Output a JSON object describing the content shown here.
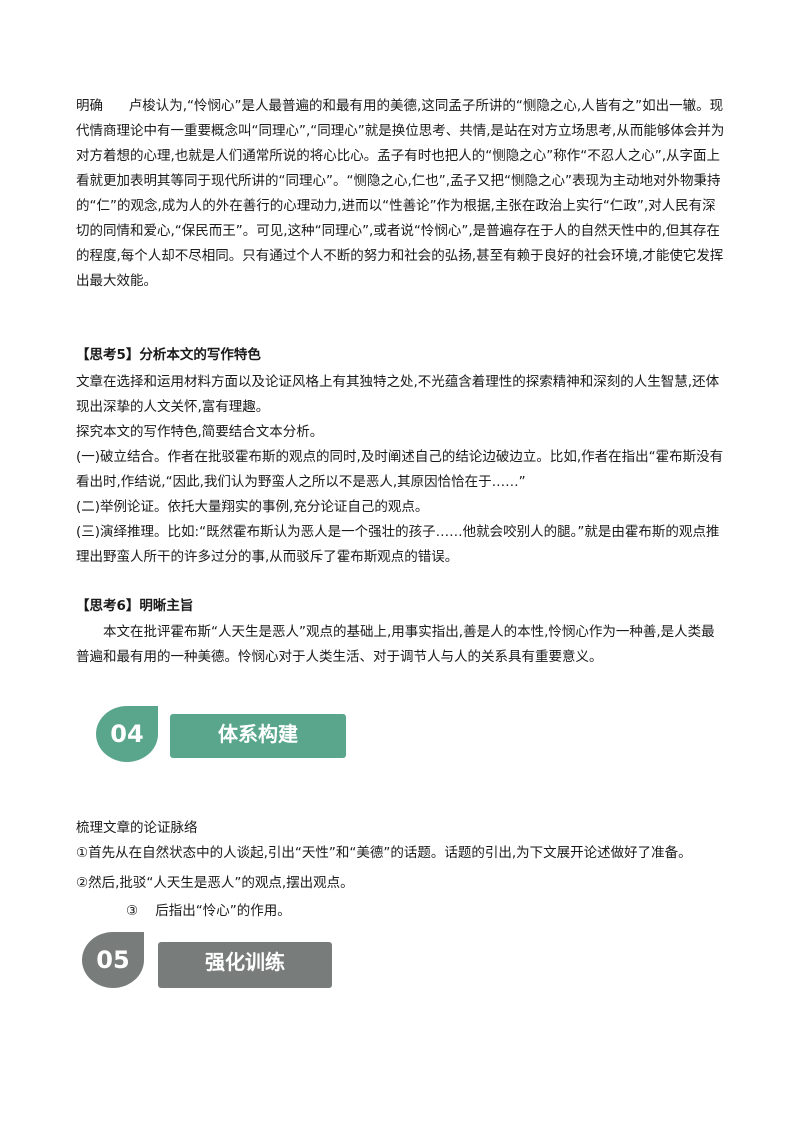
{
  "para1": {
    "lead": "明确",
    "text": "卢梭认为,“怜悯心”是人最普遍的和最有用的美德,这同孟子所讲的“恻隐之心,人皆有之”如出一辙。现代情商理论中有一重要概念叫“同理心”,“同理心”就是换位思考、共情,是站在对方立场思考,从而能够体会并为对方着想的心理,也就是人们通常所说的将心比心。孟子有时也把人的“恻隐之心”称作“不忍人之心”,从字面上看就更加表明其等同于现代所讲的“同理心”。“恻隐之心,仁也”,孟子又把“恻隐之心”表现为主动地对外物秉持的“仁”的观念,成为人的外在善行的心理动力,进而以“性善论”作为根据,主张在政治上实行“仁政”,对人民有深切的同情和爱心,“保民而王”。可见,这种“同理心”,或者说“怜悯心”,是普遍存在于人的自然天性中的,但其存在的程度,每个人却不尽相同。只有通过个人不断的努力和社会的弘扬,甚至有赖于良好的社会环境,才能使它发挥出最大效能。"
  },
  "think5": {
    "title": "【思考5】分析本文的写作特色",
    "intro": "文章在选择和运用材料方面以及论证风格上有其独特之处,不光蕴含着理性的探索精神和深刻的人生智慧,还体现出深挚的人文关怀,富有理趣。",
    "question": "探究本文的写作特色,简要结合文本分析。",
    "item1": "(一)破立结合。作者在批驳霍布斯的观点的同时,及时阐述自己的结论边破边立。比如,作者在指出“霍布斯没有看出时,作结说,“因此,我们认为野蛮人之所以不是恶人,其原因恰恰在于……”",
    "item2": "(二)举例论证。依托大量翔实的事例,充分论证自己的观点。",
    "item3": "(三)演绎推理。比如:“既然霍布斯认为恶人是一个强壮的孩子……他就会咬别人的腿。”就是由霍布斯的观点推理出野蛮人所干的许多过分的事,从而驳斥了霍布斯观点的错误。"
  },
  "think6": {
    "title": "【思考6】明晰主旨",
    "text": "本文在批评霍布斯“人天生是恶人”观点的基础上,用事实指出,善是人的本性,怜悯心作为一种善,是人类最普遍和最有用的一种美德。怜悯心对于人类生活、对于调节人与人的关系具有重要意义。"
  },
  "section04": {
    "number": "04",
    "title": "体系构建",
    "color": "#5aa68d"
  },
  "structure": {
    "heading": "梳理文章的论证脉络",
    "step1": "①首先从在自然状态中的人谈起,引出“天性”和“美德”的话题。话题的引出,为下文展开论述做好了准备。",
    "step2": "②然后,批驳“人天生是恶人”的观点,摆出观点。",
    "step3": "③    后指出“怜心”的作用。"
  },
  "section05": {
    "number": "05",
    "title": "强化训练",
    "color": "#787d7c"
  }
}
